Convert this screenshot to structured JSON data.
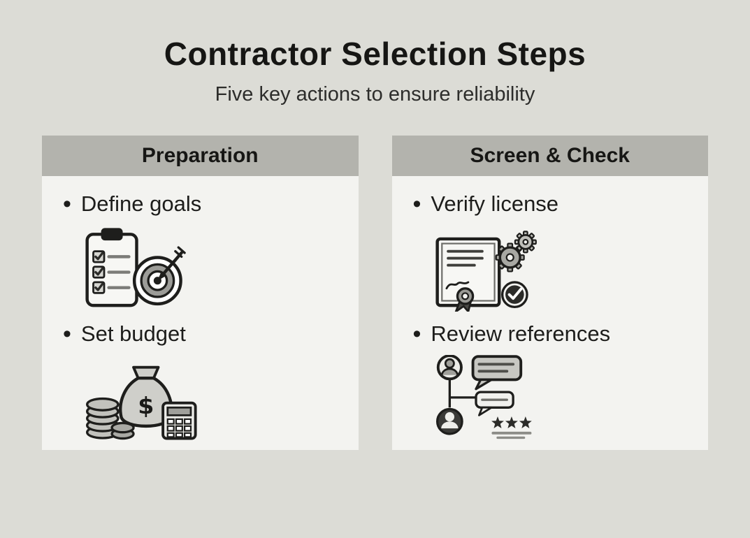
{
  "page": {
    "title": "Contractor Selection Steps",
    "subtitle": "Five key actions to ensure reliability",
    "bullet": "•"
  },
  "columns": [
    {
      "header": "Preparation",
      "items": [
        {
          "label": "Define goals",
          "icon": "clipboard-checklist-target-icon"
        },
        {
          "label": "Set budget",
          "icon": "money-bag-coins-calculator-icon"
        }
      ]
    },
    {
      "header": "Screen & Check",
      "items": [
        {
          "label": "Verify license",
          "icon": "license-certificate-gears-check-icon"
        },
        {
          "label": "Review references",
          "icon": "people-chat-stars-icon"
        }
      ]
    }
  ],
  "icons": {
    "dollar_glyph": "$"
  },
  "colors": {
    "page_background": "#dcdcd6",
    "panel_header_background": "#b3b3ad",
    "panel_body_background": "#f3f3f0",
    "text_primary": "#1a1a18"
  }
}
